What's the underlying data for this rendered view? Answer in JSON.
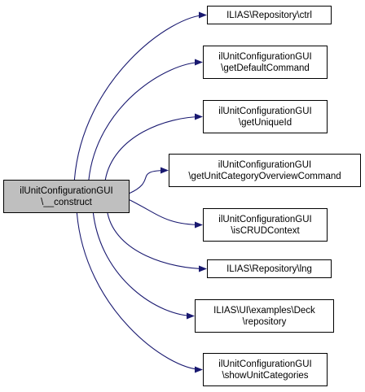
{
  "diagram": {
    "edge_color": "#191970",
    "source": {
      "lines": [
        "ilUnitConfigurationGUI",
        "\\__construct"
      ],
      "fill": "#bfbfbf"
    },
    "targets": [
      {
        "lines": [
          "ILIAS\\Repository\\ctrl"
        ]
      },
      {
        "lines": [
          "ilUnitConfigurationGUI",
          "\\getDefaultCommand"
        ]
      },
      {
        "lines": [
          "ilUnitConfigurationGUI",
          "\\getUniqueId"
        ]
      },
      {
        "lines": [
          "ilUnitConfigurationGUI",
          "\\getUnitCategoryOverviewCommand"
        ]
      },
      {
        "lines": [
          "ilUnitConfigurationGUI",
          "\\isCRUDContext"
        ]
      },
      {
        "lines": [
          "ILIAS\\Repository\\lng"
        ]
      },
      {
        "lines": [
          "ILIAS\\UI\\examples\\Deck",
          "\\repository"
        ]
      },
      {
        "lines": [
          "ilUnitConfigurationGUI",
          "\\showUnitCategories"
        ]
      }
    ]
  }
}
